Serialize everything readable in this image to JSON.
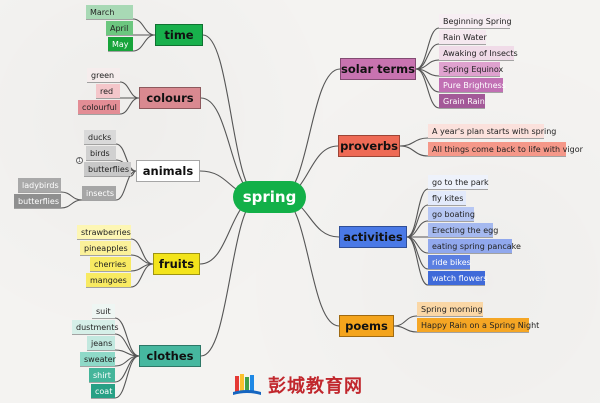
{
  "center": "spring",
  "colors": {
    "center": "#12b048",
    "line": "#555555"
  },
  "left": {
    "time": {
      "label": "time",
      "color": "#18b04c",
      "text": "#111111",
      "items": [
        {
          "label": "March",
          "color": "#a8d9b5"
        },
        {
          "label": "April",
          "color": "#6cc77f"
        },
        {
          "label": "May",
          "color": "#17a43a"
        }
      ]
    },
    "colours": {
      "label": "colours",
      "color": "#d98990",
      "text": "#111111",
      "items": [
        {
          "label": "green",
          "color": "#f6eded"
        },
        {
          "label": "red",
          "color": "#f4c6ca"
        },
        {
          "label": "colourful",
          "color": "#e38d95"
        }
      ]
    },
    "animals": {
      "label": "animals",
      "color": "#ffffff",
      "text": "#111111",
      "items": [
        {
          "label": "ducks",
          "color": "#d9d9d9"
        },
        {
          "label": "birds",
          "color": "#d0d0d0"
        },
        {
          "label": "butterflies",
          "color": "#c8c8c8"
        },
        {
          "label": "insects",
          "color": "#a6a6a6"
        }
      ],
      "badge": "1",
      "subitems": [
        {
          "label": "ladybirds",
          "color": "#a9a9a9"
        },
        {
          "label": "butterflies",
          "color": "#8f8f8f"
        }
      ]
    },
    "fruits": {
      "label": "fruits",
      "color": "#f3e41b",
      "text": "#111111",
      "items": [
        {
          "label": "strawberries",
          "color": "#fdf6b4"
        },
        {
          "label": "pineapples",
          "color": "#fbf19a"
        },
        {
          "label": "cherries",
          "color": "#f8ea62"
        },
        {
          "label": "mangoes",
          "color": "#f8ea62"
        }
      ]
    },
    "clothes": {
      "label": "clothes",
      "color": "#46b79f",
      "text": "#111111",
      "items": [
        {
          "label": "suit",
          "color": "#eef6f3"
        },
        {
          "label": "dustments",
          "color": "#d6efe8"
        },
        {
          "label": "jeans",
          "color": "#c2e8df"
        },
        {
          "label": "sweater",
          "color": "#8fd9c8"
        },
        {
          "label": "shirt",
          "color": "#44b59a"
        },
        {
          "label": "coat",
          "color": "#28a085"
        }
      ]
    }
  },
  "right": {
    "solar_terms": {
      "label": "solar terms",
      "color": "#c873b0",
      "text": "#111111",
      "items": [
        {
          "label": "Beginning Spring",
          "color": "#f7eef3"
        },
        {
          "label": "Rain Water",
          "color": "#f5e8ef"
        },
        {
          "label": "Awaking of Insects",
          "color": "#f0dbe8"
        },
        {
          "label": "Spring Equinox",
          "color": "#dfa2cf"
        },
        {
          "label": "Pure Brightness",
          "color": "#c170b4"
        },
        {
          "label": "Grain Rain",
          "color": "#a35998"
        }
      ]
    },
    "proverbs": {
      "label": "proverbs",
      "color": "#ee6a55",
      "text": "#111111",
      "items": [
        {
          "label": "A year's plan starts with spring",
          "color": "#fbe1dc"
        },
        {
          "label": "All things come back to life with vigor",
          "color": "#f59889"
        }
      ]
    },
    "activities": {
      "label": "activities",
      "color": "#4a79e6",
      "text": "#111111",
      "items": [
        {
          "label": "go to the park",
          "color": "#eef2fb"
        },
        {
          "label": "fly kites",
          "color": "#e3eafb"
        },
        {
          "label": "go boating",
          "color": "#b7c7f3"
        },
        {
          "label": "Erecting the egg",
          "color": "#a5b9ef"
        },
        {
          "label": "eating spring pancake",
          "color": "#91a8ed"
        },
        {
          "label": "ride bikes",
          "color": "#5b7fe1"
        },
        {
          "label": "watch flowers",
          "color": "#3f6ad9"
        }
      ]
    },
    "poems": {
      "label": "poems",
      "color": "#f4a41c",
      "text": "#111111",
      "items": [
        {
          "label": "Spring morning",
          "color": "#fad7a6"
        },
        {
          "label": "Happy Rain on a Spring Night",
          "color": "#f5a624"
        }
      ]
    }
  },
  "watermark": "彭城教育网"
}
